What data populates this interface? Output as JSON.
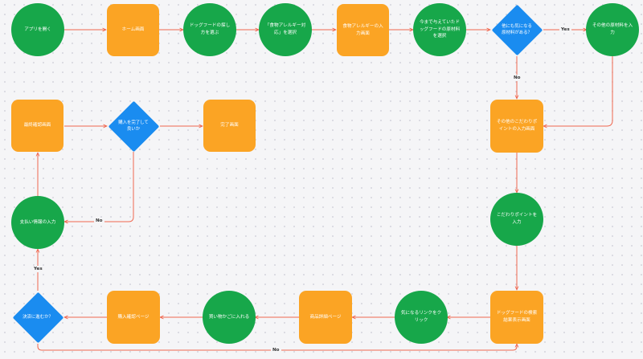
{
  "colors": {
    "process_circle": "#17a74a",
    "screen_rect": "#fba424",
    "decision": "#1a8cf0",
    "connector": "#f0674f"
  },
  "nodes": {
    "open_app": "アプリを開く",
    "home_screen": "ホーム画面",
    "choose_food": "ドッグフードの探し方を選ぶ",
    "select_allergy": "「食物アレルギー対応」を選択",
    "allergy_input": "食物アレルギーの入力画面",
    "select_ingredients": "今まで与えていたドッグフードの原材料を選択",
    "other_concern": "他にも気になる原材料がある？",
    "other_ingredients": "その他の原材料を入力",
    "preference_screen": "その他のこだわりポイントの入力画面",
    "enter_preference": "こだわりポイントを入力",
    "search_results": "ドッグフードの検索結果表示画面",
    "click_link": "気になるリンクをクリック",
    "product_detail": "商品詳細ページ",
    "add_cart": "買い物かごに入れる",
    "purchase_confirm": "購入確認ページ",
    "proceed_checkout": "決済に進むか？",
    "payment_input": "支払い情報の入力",
    "final_confirm": "最終確認画面",
    "complete_purchase": "購入を完了して良いか",
    "done_screen": "完了画面"
  },
  "edge_labels": {
    "yes_other": "Yes",
    "no_other": "No",
    "no_complete": "No",
    "yes_checkout": "Yes",
    "no_checkout": "No"
  }
}
